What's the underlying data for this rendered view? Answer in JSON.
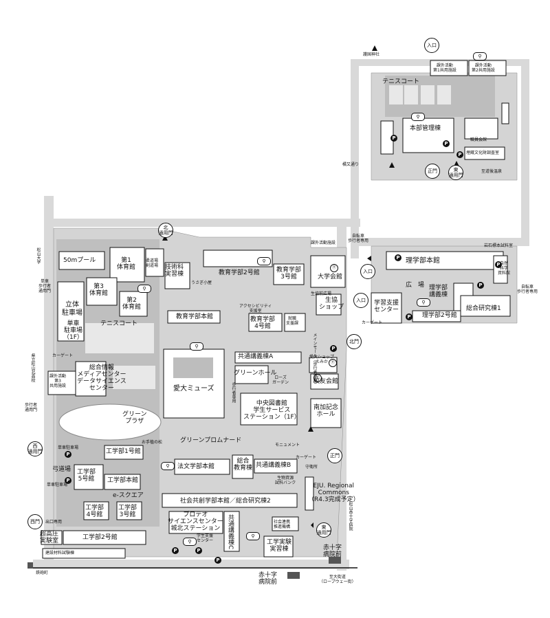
{
  "map": {
    "labels": {
      "gokoku": "護国神社",
      "kagai1": "課外活動\n第1共用施設",
      "kagai2": "課外活動\n第2共用施設",
      "tennis_e": "テニスコート",
      "honbu": "本部管理棟",
      "kaikan": "職員会館",
      "maibun": "埋蔵文化財調査室",
      "dogo": "至道後温泉",
      "hokkai": "橘又通り",
      "matsuyama_u": "松山大学",
      "pool": "50mプール",
      "gym1": "第1\n体育館",
      "judo": "柔道場\n剣道場",
      "gijutsu": "技術科\n実習棟",
      "usagi": "うさぎ小屋",
      "edu2": "教育学部2号館",
      "edu3": "教育学部\n3号館",
      "kagaishisetsu": "課外活動施設",
      "jitensha_w": "自転車\n歩行者専用",
      "sci_main": "理学部本館",
      "iwaishi": "岩石標本試料室",
      "shizen": "自然\n科学\n資料館",
      "hiroba": "広　場",
      "sci_lec": "理学部\n講義棟",
      "sci2": "理学部2号館",
      "sogo1": "総合研究棟1",
      "jitensha_e": "自転車\n歩行者専用",
      "gakushu": "学習支援\nセンター",
      "carport_e": "カーゲート",
      "daigaku_kaikan": "大学会館",
      "seikyo_hiroba": "生協前広場",
      "seikyo_shop": "生協\nショップ",
      "mall": "メインモール（歩行者専用）",
      "gym3": "第3\n体育館",
      "gym2": "第2\n体育館",
      "access": "アクセシビリティ\n支援室",
      "edu4": "教育学部\n4号館",
      "shushoku": "就職\n支援課",
      "edu_main": "教育学部本館",
      "parking_tachi": "立体\n駐車場",
      "bike_parking": "単車\n駐車場\n（1F）",
      "tanshaw": "単車\n歩行者\n通用門",
      "tennis_w": "テニスコート",
      "carport_w": "カーゲート",
      "soudai_shop": "愛大ショップ\nえみか",
      "kyoyu": "校友会館",
      "common_a": "共通講義棟A",
      "green_hall": "グリーンホール",
      "rose": "ローズ\nガーデン",
      "hoko": "歩行者専用",
      "library": "中央図書館\n学生サービス\nステーション（1F）",
      "nanka": "南加記念\nホール",
      "kenritsu": "県立松山北高校",
      "sogo_joho": "総合情報\nメディアセンター\nデータサイエンス\nセンター",
      "kagai3": "課外活動\n第3\n共用施設",
      "muse": "愛大ミューズ",
      "hokomon": "歩行者\n通用門",
      "green_plaza": "グリーン\nプラザ",
      "tegami": "お手植の松",
      "green_promenade": "グリーンプロムナード",
      "monument": "モニュメント",
      "tanshachujo": "単車駐車場",
      "kougaku1": "工学部1号館",
      "shuei": "守衛所",
      "carport_s": "カーゲート",
      "budo": "弓道場",
      "kougaku5": "工学部\n5号館",
      "kougaku_main": "工学部本館",
      "houbun": "法文学部本館",
      "sogo_kyoiku": "総合\n教育棟",
      "common_b": "共通講義棟B",
      "seibutsu": "生物資源\n試料バンク",
      "tansha2": "単車駐車場",
      "e_square": "e-スクエア",
      "kougaku4": "工学部\n4号館",
      "kougaku3": "工学部\n3号館",
      "regional": "EJU. Regional\nCommons\n（R4.3完成予定）",
      "shakai": "社会共創学部本館／総合研究棟2",
      "deguchi": "出口専用",
      "chokoatsu": "超高圧\n実験室",
      "kougaku2": "工学部2号館",
      "proteo": "プロテオ\nサイエンスセンター\n城北ステーション",
      "gakusei_shien": "学生支援\nセンター",
      "common_c": "共通講義棟C",
      "shakai_renkei": "社会連携\n推進機構",
      "kougaku_jikken": "工学実験\n実習棟",
      "kenzai": "建設材料試験棟",
      "tetsudo": "鉄砲町",
      "sekijuji_byoin": "松山赤十字病院",
      "sekijuji_mae_e": "赤十字\n病院前",
      "sekijuji_mae_s": "赤十字\n病院前",
      "ropeway": "至大街道\n（ロープウェー街）"
    },
    "gates": {
      "iriguchi_top": "入口",
      "seimon_e": "正門",
      "higashi_tsuyo_e": "東\n通用門",
      "kita_tsuyo": "北\n通用門",
      "iriguchi_1": "入口",
      "iriguchi_2": "入口",
      "kitamon": "北門",
      "nishi_tsuyo": "西\n通用門",
      "seimon_s": "正門",
      "seimon_w": "西門",
      "higashi_tsuyo_s": "東\n通用門"
    },
    "symbols": {
      "parking": "P",
      "cafe": "Ⓨ",
      "bike": "⚲"
    }
  }
}
